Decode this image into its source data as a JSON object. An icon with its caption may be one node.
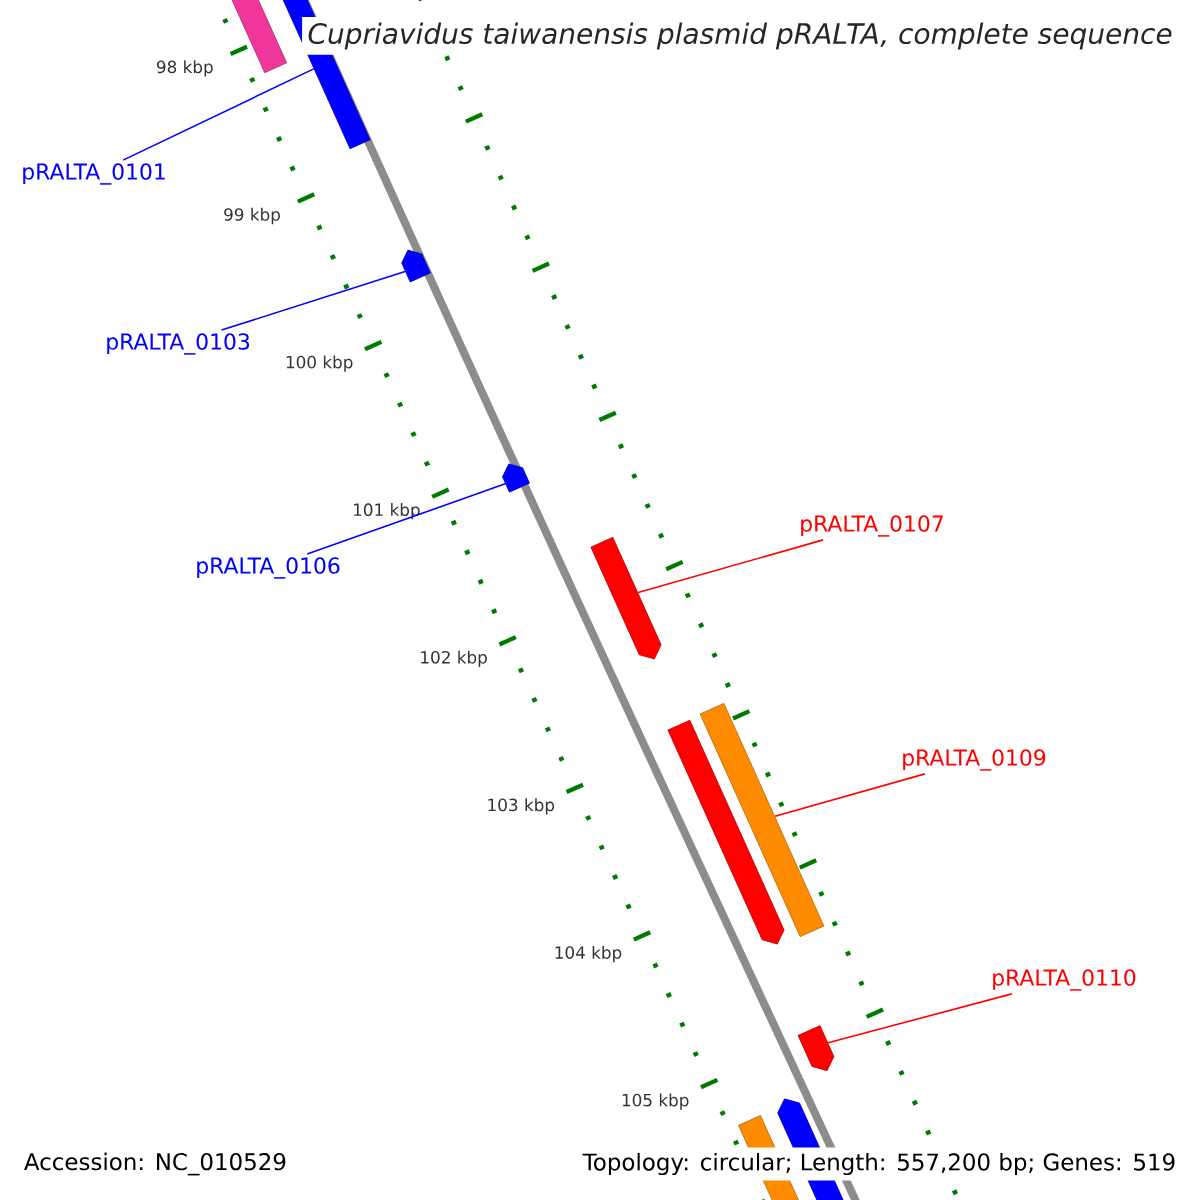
{
  "diagram": {
    "title": "Cupriavidus taiwanensis plasmid pRALTA, complete sequence",
    "nodes": [
      {
        "text": [
          "pRALTA_0101"
        ]
      },
      {
        "text": [
          "pRALTA_0103"
        ]
      },
      {
        "text": [
          "pRALTA_0106"
        ]
      },
      {
        "text": [
          "pRALTA_0107"
        ]
      },
      {
        "text": [
          "pRALTA_0109"
        ]
      },
      {
        "text": [
          "pRALTA_0110"
        ]
      },
      {
        "text": [],
        "shape": "bar"
      },
      {
        "text": [],
        "shape": "bar"
      },
      {
        "text": [],
        "shape": "bar"
      },
      {
        "text": [],
        "shape": "bar"
      },
      {
        "text": [],
        "shape": "bar"
      },
      {
        "text": [],
        "shape": "bar"
      },
      {
        "text": [],
        "shape": "bar"
      },
      {
        "text": [],
        "shape": "bar"
      },
      {
        "text": [],
        "shape": "bar"
      },
      {
        "text": [],
        "shape": "bar"
      }
    ],
    "edges": [
      {
        "from": 0,
        "to": 6,
        "arrow": "none",
        "color": "#0000ff"
      },
      {
        "from": 1,
        "to": 7,
        "arrow": "none",
        "color": "#0000ff"
      },
      {
        "from": 2,
        "to": 8,
        "arrow": "none",
        "color": "#0000ff"
      },
      {
        "from": 3,
        "to": 9,
        "arrow": "none",
        "color": "#ff0000"
      },
      {
        "from": 4,
        "to": 10,
        "arrow": "none",
        "color": "#ff0000"
      },
      {
        "from": 5,
        "to": 11,
        "arrow": "none",
        "color": "#ff0000"
      }
    ],
    "labels": [
      "98 kbp",
      "99 kbp",
      "100 kbp",
      "101 kbp",
      "102 kbp",
      "103 kbp",
      "104 kbp",
      "105 kbp",
      "Accession: NC_010529",
      "Topology: circular; Length: 557,200 bp; Genes: 519"
    ]
  }
}
